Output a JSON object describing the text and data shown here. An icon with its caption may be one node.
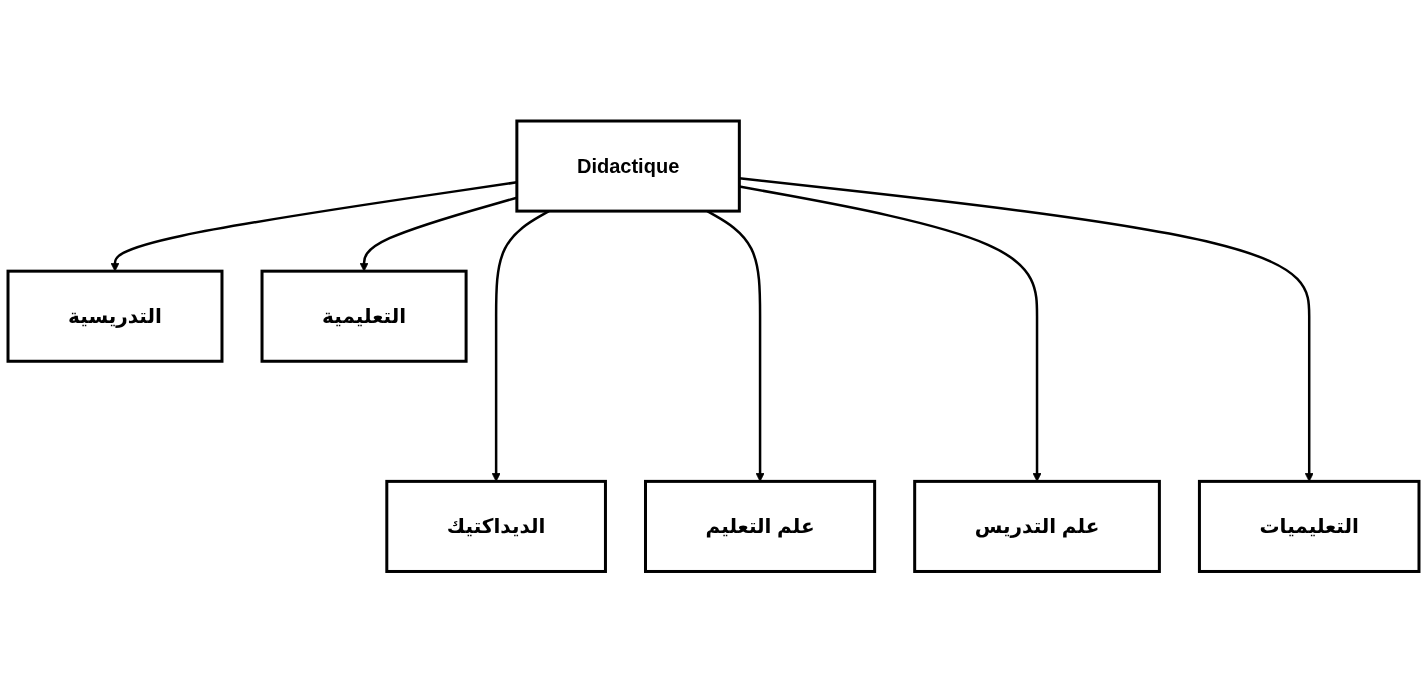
{
  "diagram": {
    "nodes": [
      {
        "text": [
          "Didactique"
        ]
      },
      {
        "text": [
          "التدريسية"
        ]
      },
      {
        "text": [
          "التعليمية"
        ]
      },
      {
        "text": [
          "الديداكتيك"
        ]
      },
      {
        "text": [
          "علم التعليم"
        ]
      },
      {
        "text": [
          "علم التدريس"
        ]
      },
      {
        "text": [
          "التعليميات"
        ]
      }
    ],
    "edges": [
      {
        "from": 0,
        "to": 1,
        "arrow": "to"
      },
      {
        "from": 0,
        "to": 2,
        "arrow": "to"
      },
      {
        "from": 0,
        "to": 3,
        "arrow": "to"
      },
      {
        "from": 0,
        "to": 4,
        "arrow": "to"
      },
      {
        "from": 0,
        "to": 5,
        "arrow": "to"
      },
      {
        "from": 0,
        "to": 6,
        "arrow": "to"
      }
    ]
  }
}
